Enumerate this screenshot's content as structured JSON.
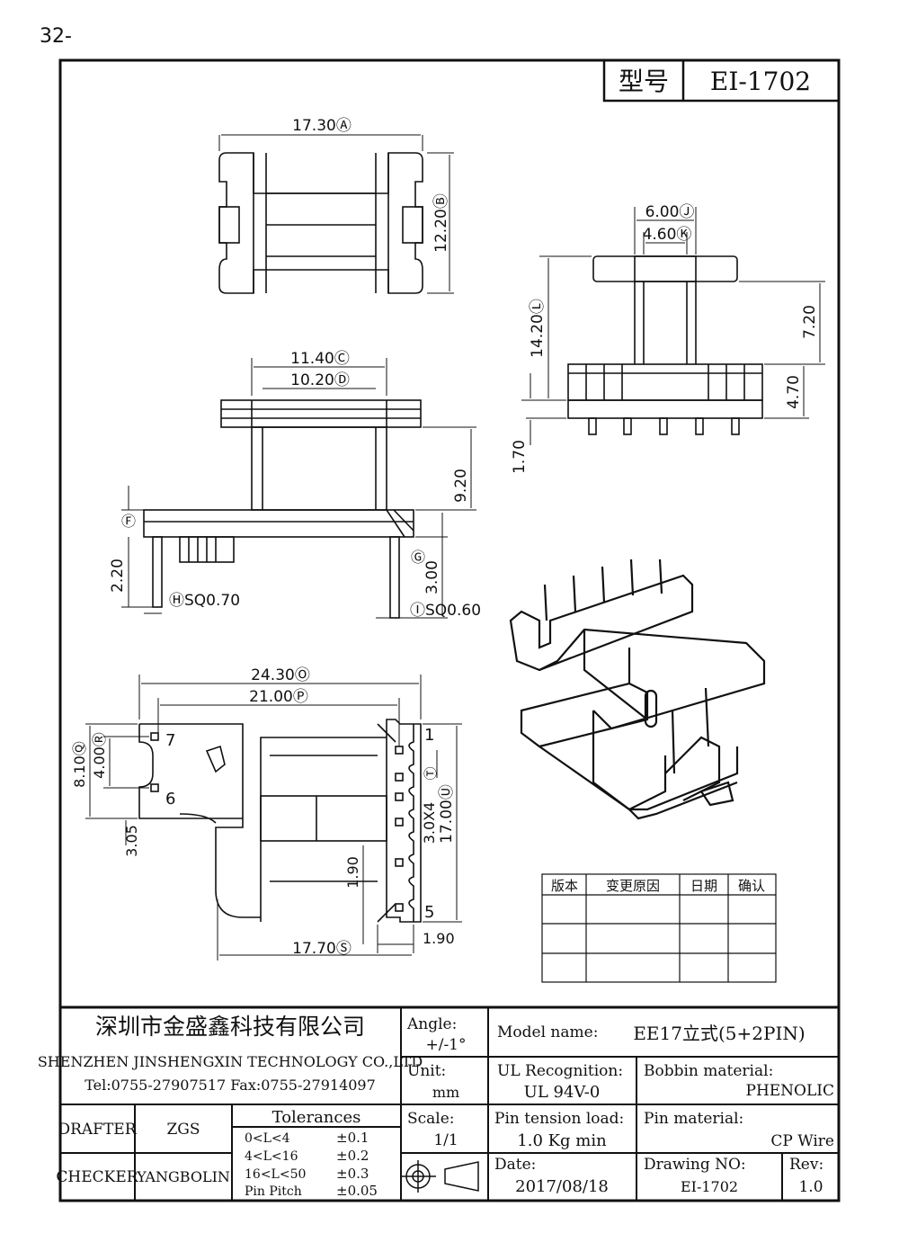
{
  "page_number": "32-",
  "header": {
    "model_label": "型号",
    "model_value": "EI-1702"
  },
  "dims": {
    "top_width": "17.30Ⓐ",
    "top_height": "12.20Ⓑ",
    "front_c": "11.40Ⓒ",
    "front_d": "10.20Ⓓ",
    "front_e": "9.20",
    "front_f": "Ⓕ",
    "front_2_20": "2.20",
    "front_g": "Ⓖ",
    "front_3_00": "3.00",
    "front_h_sq": "ⒽSQ0.70",
    "front_i_sq": "ⒾSQ0.60",
    "side_j": "6.00Ⓙ",
    "side_k": "4.60Ⓚ",
    "side_l": "14.20Ⓛ",
    "side_m": "7.20",
    "side_n": "4.70",
    "side_1_70": "1.70",
    "bot_o": "24.30Ⓞ",
    "bot_p": "21.00Ⓟ",
    "bot_q": "8.10Ⓠ",
    "bot_r": "4.00Ⓡ",
    "bot_3_05": "3.05",
    "bot_pitch": "3.0X4",
    "bot_t": "Ⓣ",
    "bot_u": "17.00Ⓤ",
    "bot_1_90a": "1.90",
    "bot_1_90b": "1.90",
    "bot_s": "17.70Ⓢ",
    "pin7": "7",
    "pin6": "6",
    "pin1": "1",
    "pin5": "5"
  },
  "revision_table": {
    "headers": [
      "版本",
      "变更原因",
      "日期",
      "确认"
    ]
  },
  "title_block": {
    "company_cn": "深圳市金盛鑫科技有限公司",
    "company_en": "SHENZHEN JINSHENGXIN TECHNOLOGY CO.,LTD",
    "contact": "Tel:0755-27907517  Fax:0755-27914097",
    "angle_label": "Angle:",
    "angle_value": "+/-1°",
    "model_name_label": "Model name:",
    "model_name_value": "EE17立式(5+2PIN)",
    "unit_label": "Unit:",
    "unit_value": "mm",
    "ul_label": "UL Recognition:",
    "ul_value": "UL 94V-0",
    "bobbin_label": "Bobbin material:",
    "bobbin_value": "PHENOLIC",
    "drafter_label": "DRAFTER",
    "drafter_value": "ZGS",
    "tolerances_label": "Tolerances",
    "tolerances": [
      {
        "range": "0<L<4",
        "value": "±0.1"
      },
      {
        "range": "4<L<16",
        "value": "±0.2"
      },
      {
        "range": "16<L<50",
        "value": "±0.3"
      },
      {
        "range": "Pin Pitch",
        "value": "±0.05"
      }
    ],
    "scale_label": "Scale:",
    "scale_value": "1/1",
    "pin_tension_label": "Pin tension load:",
    "pin_tension_value": "1.0 Kg min",
    "pin_material_label": "Pin material:",
    "pin_material_value": "CP Wire",
    "checker_label": "CHECKER",
    "checker_value": "YANGBOLIN",
    "date_label": "Date:",
    "date_value": "2017/08/18",
    "drawing_no_label": "Drawing NO:",
    "drawing_no_value": "EI-1702",
    "rev_label": "Rev:",
    "rev_value": "1.0"
  }
}
